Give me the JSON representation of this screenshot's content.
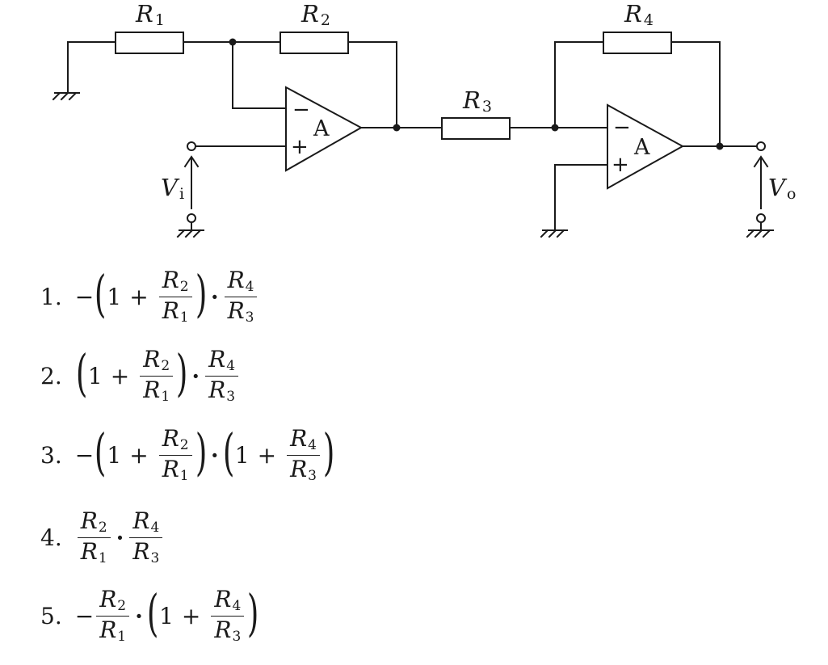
{
  "circuit": {
    "labels": {
      "r1": {
        "letter": "R",
        "sub": "1"
      },
      "r2": {
        "letter": "R",
        "sub": "2"
      },
      "r3": {
        "letter": "R",
        "sub": "3"
      },
      "r4": {
        "letter": "R",
        "sub": "4"
      },
      "vi": {
        "letter": "V",
        "sub": "i"
      },
      "vo": {
        "letter": "V",
        "sub": "o"
      }
    },
    "amp_label": "A",
    "minus_sign": "−",
    "plus_sign": "+"
  },
  "options": [
    {
      "number": "1."
    },
    {
      "number": "2."
    },
    {
      "number": "3."
    },
    {
      "number": "4."
    },
    {
      "number": "5."
    }
  ],
  "symbols": {
    "R": "R",
    "s1": "1",
    "s2": "2",
    "s3": "3",
    "s4": "4",
    "one": "1",
    "plus": "+",
    "minus": "−",
    "dot": "·",
    "lp": "(",
    "rp": ")"
  }
}
